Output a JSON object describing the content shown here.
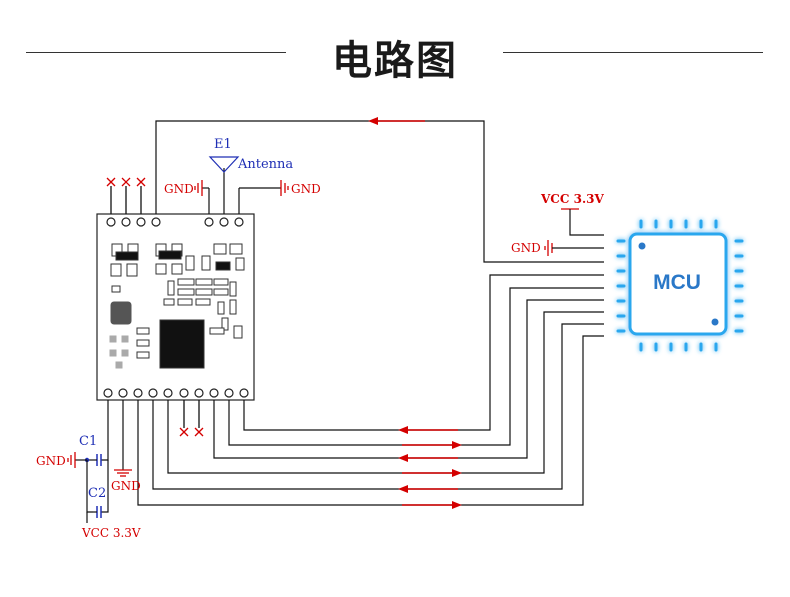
{
  "title": "电路图",
  "labels": {
    "e1": "E1",
    "antenna": "Antenna",
    "gnd_left_top": "GND",
    "gnd_right_top": "GND",
    "vcc_mcu": "VCC 3.3V",
    "gnd_mcu": "GND",
    "mcu": "MCU",
    "c1": "C1",
    "c2": "C2",
    "gnd_cap": "GND",
    "gnd_bottom": "GND",
    "vcc_bottom": "VCC 3.3V"
  },
  "colors": {
    "red": "#d40000",
    "blue": "#1f2fb5",
    "mcu_glow": "#2aa7ee",
    "mcu_text": "#2a78c8"
  }
}
